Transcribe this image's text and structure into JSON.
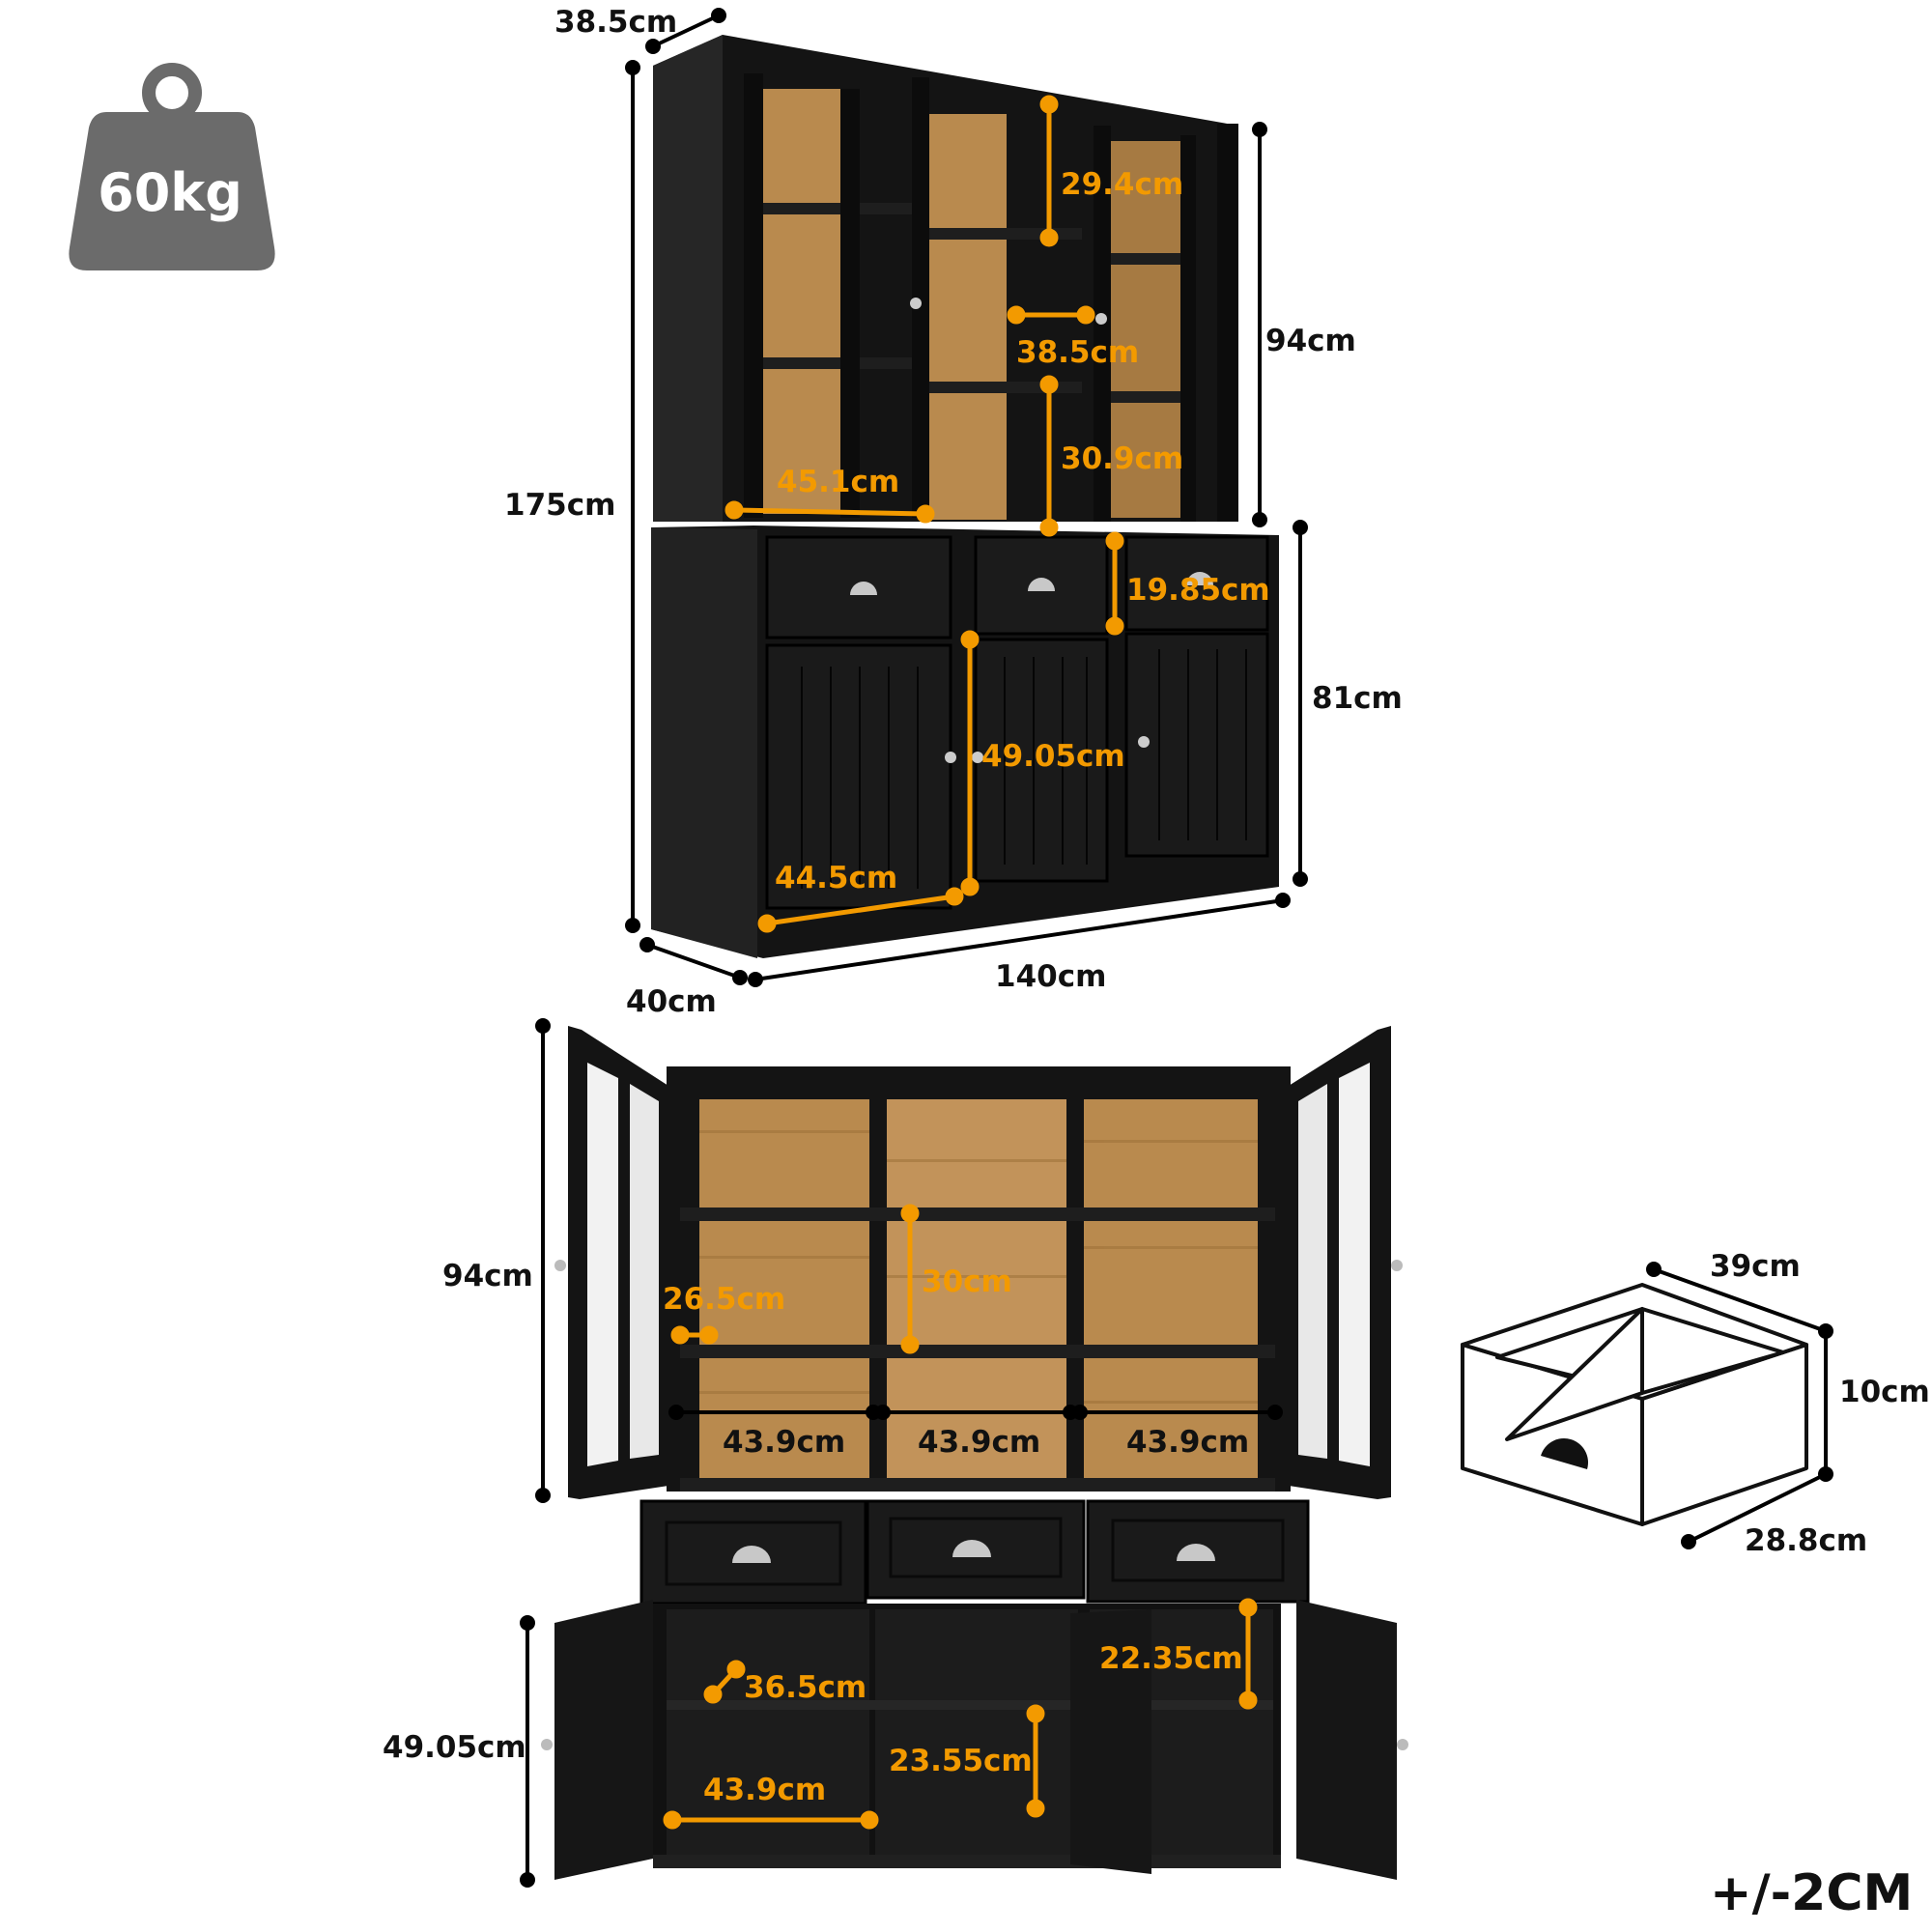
{
  "weight_badge": {
    "text": "60kg"
  },
  "tolerance": "+/-2CM",
  "cabinet_front": {
    "overall": {
      "depth_top": "38.5cm",
      "height_total": "175cm",
      "height_hutch": "94cm",
      "height_base": "81cm",
      "width": "140cm",
      "depth_base": "40cm"
    },
    "interior": {
      "open_shelf_upper": "29.4cm",
      "open_shelf_width": "38.5cm",
      "open_shelf_lower": "30.9cm",
      "glass_cabinet_width": "45.1cm",
      "drawer_height": "19.85cm",
      "door_height": "49.05cm",
      "door_width": "44.5cm"
    }
  },
  "cabinet_open": {
    "hutch_height": "94cm",
    "shelf_depth": "26.5cm",
    "shelf_gap": "30cm",
    "compartment_widths": [
      "43.9cm",
      "43.9cm",
      "43.9cm"
    ],
    "base_height": "49.05cm",
    "base_depth": "36.5cm",
    "base_shelf_upper": "22.35cm",
    "base_shelf_lower": "23.55cm",
    "base_width": "43.9cm"
  },
  "drawer": {
    "width": "39cm",
    "height": "10cm",
    "depth": "28.8cm"
  },
  "colors": {
    "cabinet": "#141414",
    "wood": "#b98a4e",
    "accent": "#f39a00",
    "badge": "#6b6b6b"
  }
}
